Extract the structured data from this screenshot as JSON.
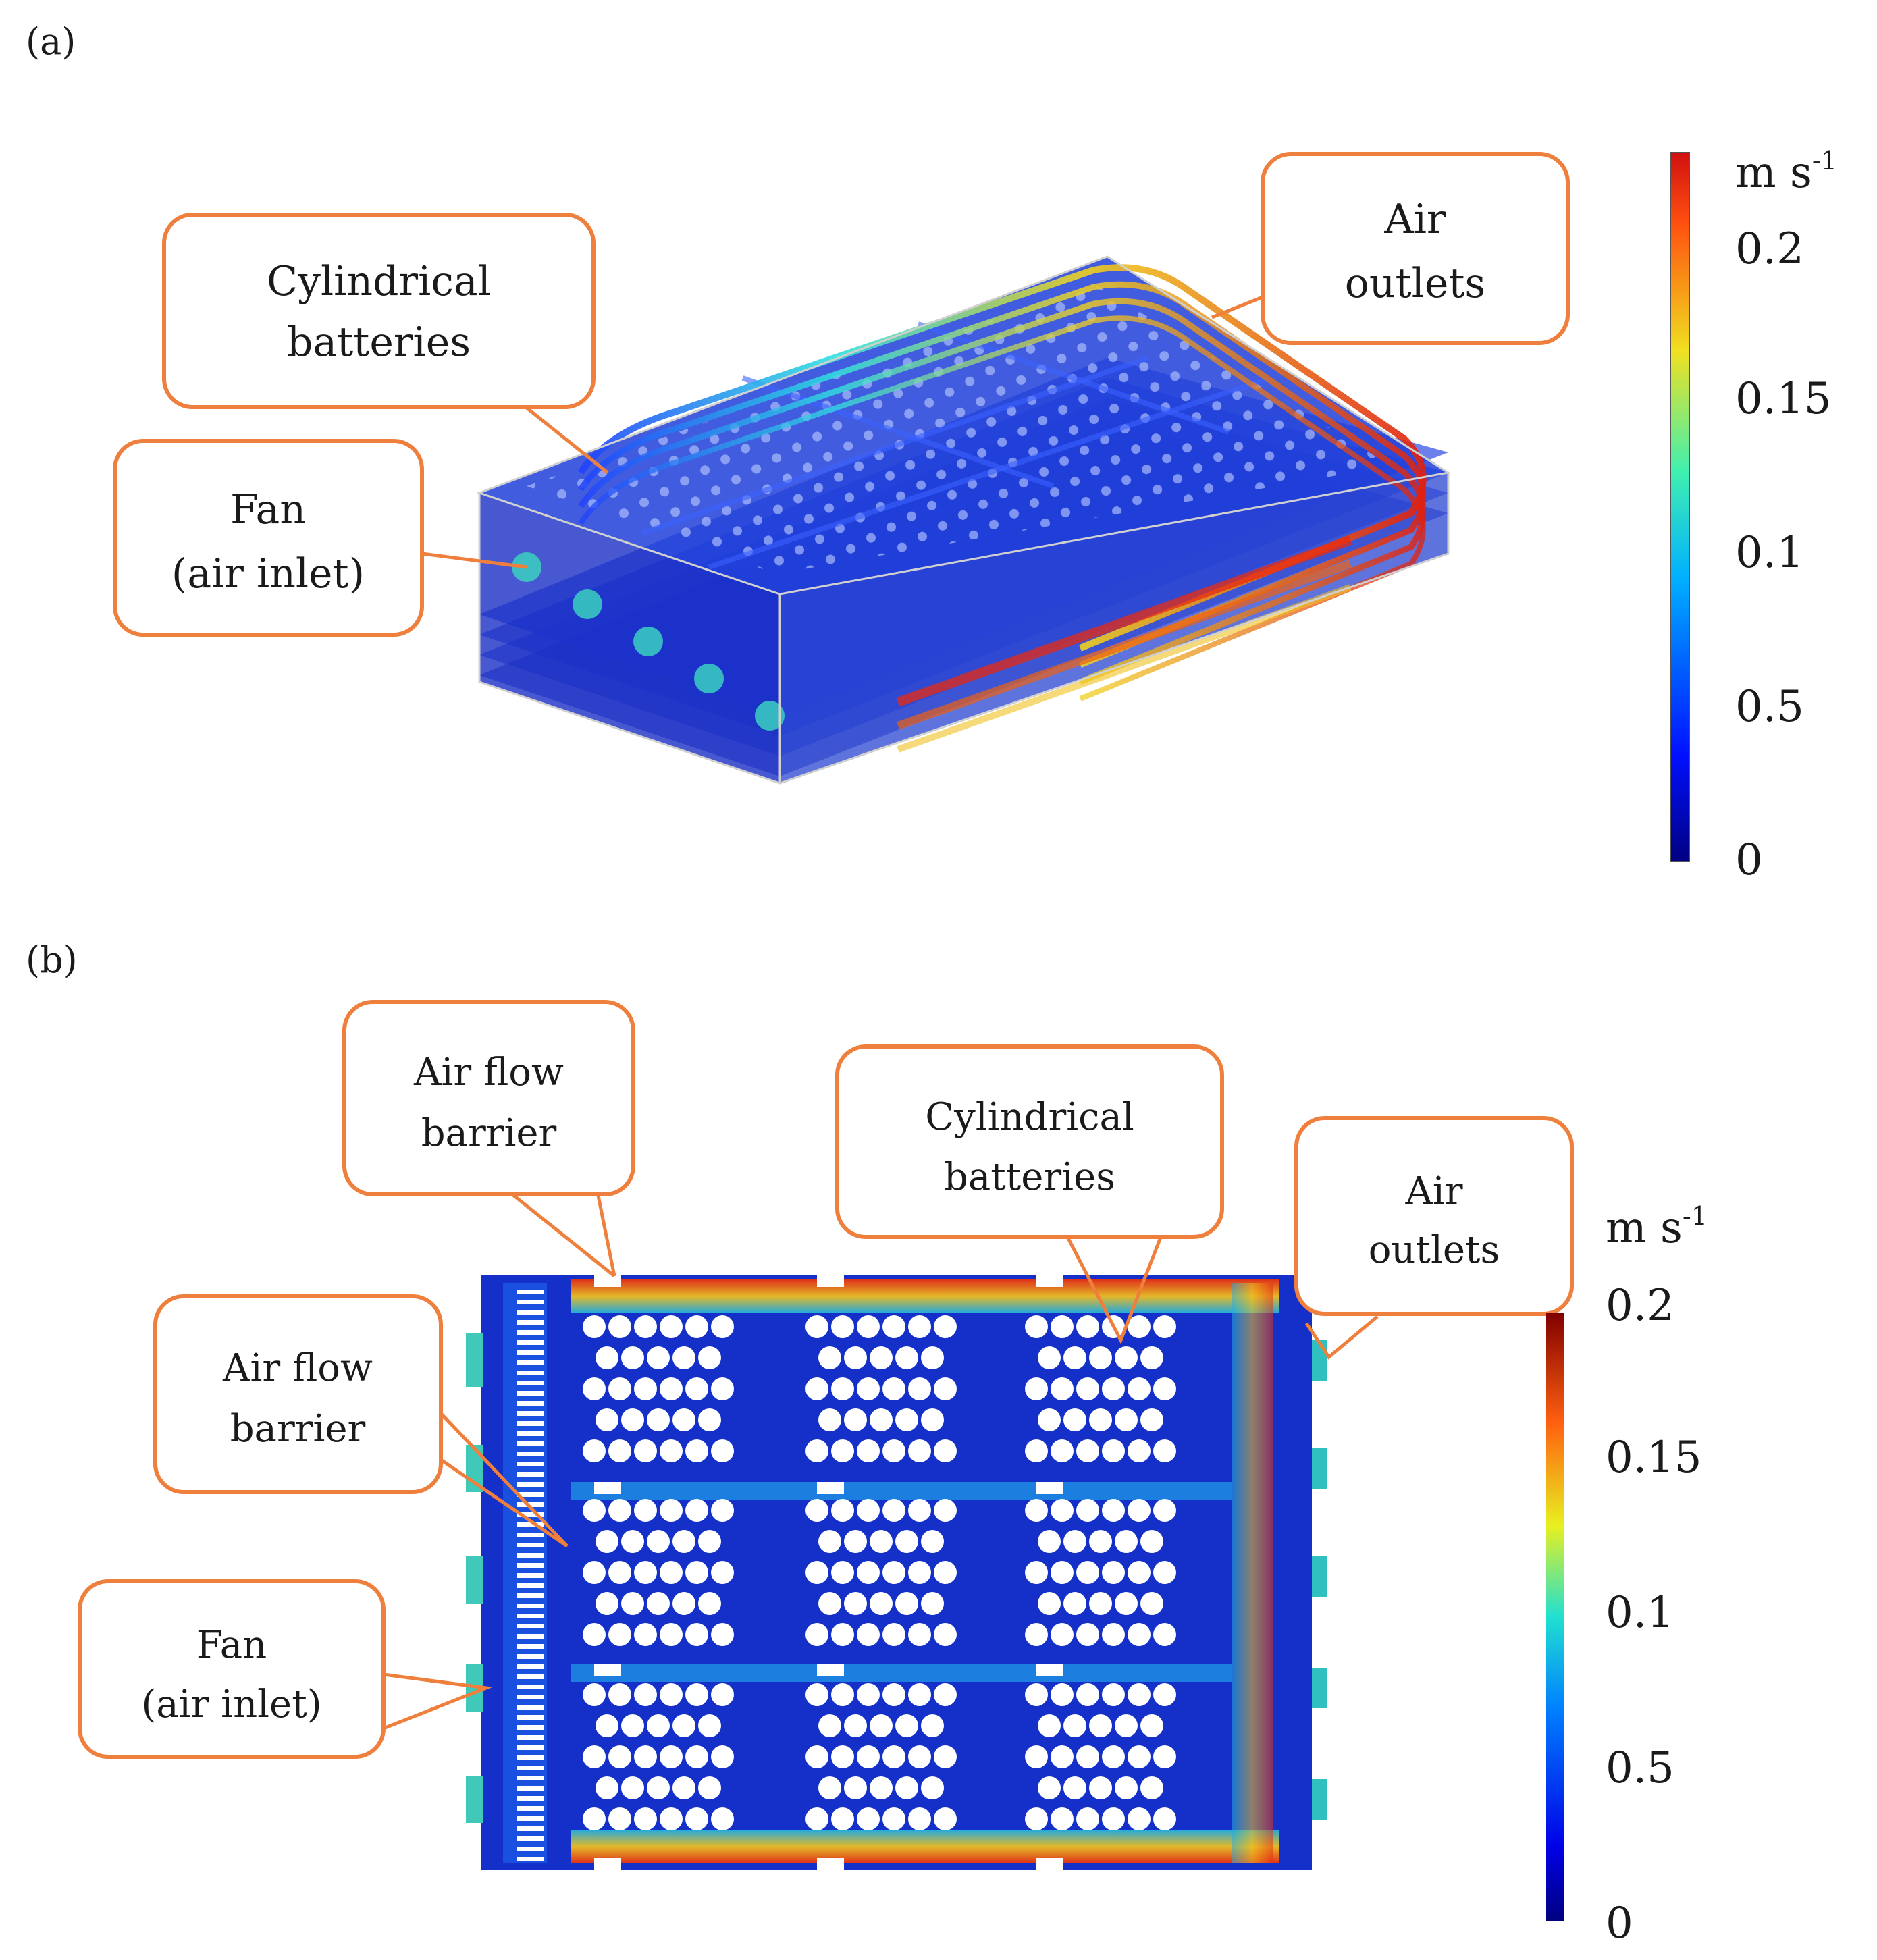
{
  "panels": {
    "a": {
      "label": "(a)",
      "callouts": {
        "cylindrical_batteries": [
          "Cylindrical",
          "batteries"
        ],
        "air_outlets": [
          "Air",
          "outlets"
        ],
        "fan": [
          "Fan",
          "(air inlet)"
        ]
      },
      "colorbar": {
        "unit": "m s",
        "unit_superscript": "-1",
        "ticks": [
          "0.2",
          "0.15",
          "0.1",
          "0.5",
          "0"
        ]
      }
    },
    "b": {
      "label": "(b)",
      "callouts": {
        "air_flow_barrier_top": [
          "Air flow",
          "barrier"
        ],
        "cylindrical_batteries": [
          "Cylindrical",
          "batteries"
        ],
        "air_outlets": [
          "Air",
          "outlets"
        ],
        "air_flow_barrier_left": [
          "Air flow",
          "barrier"
        ],
        "fan": [
          "Fan",
          "(air inlet)"
        ]
      },
      "colorbar": {
        "unit": "m s",
        "unit_superscript": "-1",
        "ticks": [
          "0.2",
          "0.15",
          "0.1",
          "0.5",
          "0"
        ]
      }
    }
  },
  "colors": {
    "callout_border": "#ef7f3c",
    "field_background": "#1530c8",
    "high_velocity": "#e03a16",
    "battery_cell": "#ffffff"
  }
}
